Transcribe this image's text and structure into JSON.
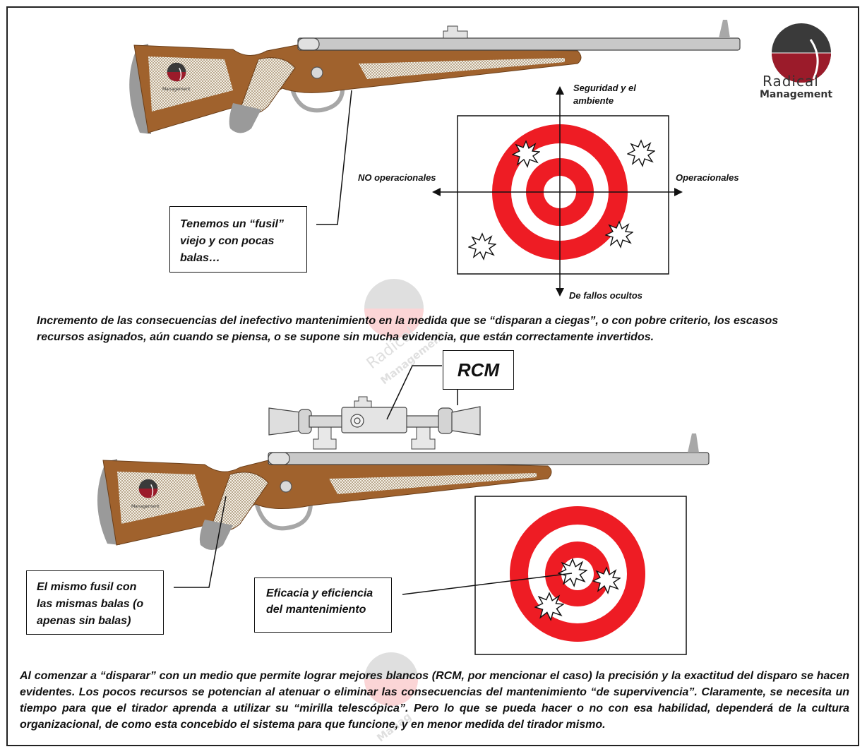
{
  "logo": {
    "line1": "Radical",
    "line2": "Management",
    "colors": {
      "dark": "#3a3a3a",
      "red": "#9b1b2a"
    }
  },
  "top_panel": {
    "axes": {
      "top": "Seguridad y el ambiente",
      "left": "NO operacionales",
      "right": "Operacionales",
      "bottom": "De fallos ocultos"
    },
    "callout": "Tenemos un “fusil” viejo y con pocas balas…",
    "paragraph": "Incremento de las consecuencias del inefectivo mantenimiento en la medida que se “disparan a ciegas”, o con pobre criterio, los escasos recursos asignados, aún cuando se piensa, o se supone sin mucha evidencia, que están correctamente invertidos."
  },
  "bottom_panel": {
    "scope_label": "RCM",
    "callout_rifle": "El mismo fusil con las mismas balas (o apenas sin balas)",
    "callout_target": "Eficacia y eficiencia del mantenimiento",
    "paragraph": "Al comenzar a “disparar” con un medio que permite lograr mejores blancos (RCM, por mencionar el caso) la precisión y la exactitud del disparo se hacen evidentes. Los pocos recursos se potencian al atenuar o eliminar las consecuencias del mantenimiento “de supervivencia”. Claramente, se necesita un tiempo para que el tirador aprenda a utilizar su “mirilla telescópica”. Pero lo que se pueda hacer o no con esa habilidad, dependerá de la cultura organizacional, de como esta concebido el sistema para que funcione,  y en menor medida del tirador mismo."
  },
  "colors": {
    "target_red": "#ee1c24",
    "stock_brown": "#a0622d",
    "barrel_gray": "#c8c8c8",
    "butt_gray": "#9a9a9a"
  }
}
